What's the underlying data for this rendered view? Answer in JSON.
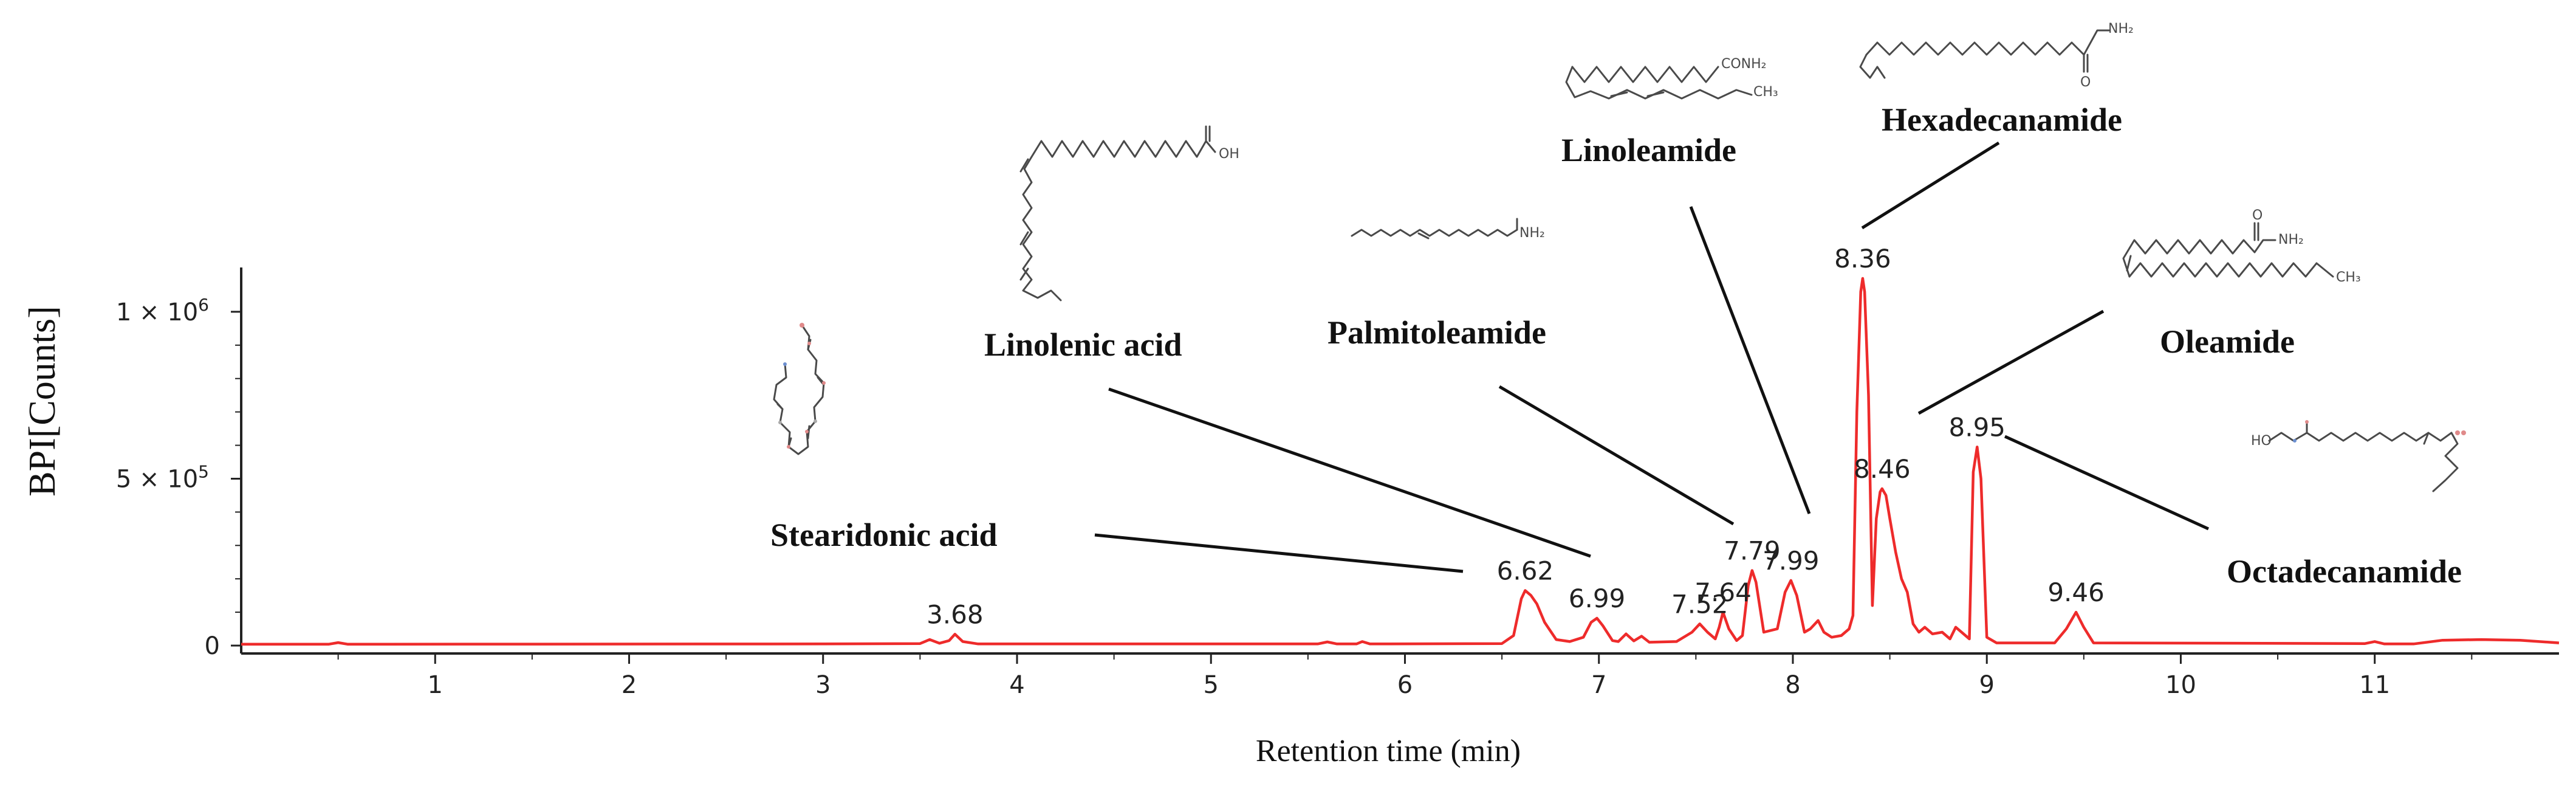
{
  "chart_data": {
    "type": "line",
    "title": "",
    "xlabel": "Retention time (min)",
    "ylabel": "BPI[Counts]",
    "xlim": [
      0,
      11.95
    ],
    "ylim": [
      0,
      1100000
    ],
    "x_ticks": [
      {
        "value": 1,
        "label": "1"
      },
      {
        "value": 2,
        "label": "2"
      },
      {
        "value": 3,
        "label": "3"
      },
      {
        "value": 4,
        "label": "4"
      },
      {
        "value": 5,
        "label": "5"
      },
      {
        "value": 6,
        "label": "6"
      },
      {
        "value": 7,
        "label": "7"
      },
      {
        "value": 8,
        "label": "8"
      },
      {
        "value": 9,
        "label": "9"
      },
      {
        "value": 10,
        "label": "10"
      },
      {
        "value": 11,
        "label": "11"
      }
    ],
    "y_ticks": [
      {
        "value": 0,
        "label": "0",
        "exp": ""
      },
      {
        "value": 500000,
        "label": "5 × 10",
        "exp": "5"
      },
      {
        "value": 1000000,
        "label": "1 × 10",
        "exp": "6"
      }
    ],
    "grid": false,
    "series": [
      {
        "color": "#ee2b2b",
        "points": [
          [
            0.0,
            4000
          ],
          [
            0.45,
            4000
          ],
          [
            0.5,
            9000
          ],
          [
            0.55,
            4000
          ],
          [
            3.0,
            5000
          ],
          [
            3.5,
            6000
          ],
          [
            3.55,
            18000
          ],
          [
            3.6,
            7000
          ],
          [
            3.65,
            15000
          ],
          [
            3.68,
            34000
          ],
          [
            3.72,
            12000
          ],
          [
            3.8,
            5000
          ],
          [
            5.55,
            5000
          ],
          [
            5.6,
            11000
          ],
          [
            5.65,
            5000
          ],
          [
            5.75,
            5000
          ],
          [
            5.78,
            12000
          ],
          [
            5.82,
            5000
          ],
          [
            6.5,
            6000
          ],
          [
            6.56,
            30000
          ],
          [
            6.6,
            140000
          ],
          [
            6.62,
            165000
          ],
          [
            6.65,
            150000
          ],
          [
            6.68,
            125000
          ],
          [
            6.72,
            70000
          ],
          [
            6.78,
            18000
          ],
          [
            6.85,
            12000
          ],
          [
            6.92,
            25000
          ],
          [
            6.96,
            70000
          ],
          [
            6.99,
            82000
          ],
          [
            7.02,
            60000
          ],
          [
            7.07,
            15000
          ],
          [
            7.1,
            12000
          ],
          [
            7.14,
            35000
          ],
          [
            7.18,
            14000
          ],
          [
            7.22,
            28000
          ],
          [
            7.26,
            10000
          ],
          [
            7.4,
            12000
          ],
          [
            7.48,
            40000
          ],
          [
            7.52,
            65000
          ],
          [
            7.56,
            40000
          ],
          [
            7.6,
            20000
          ],
          [
            7.62,
            55000
          ],
          [
            7.64,
            100000
          ],
          [
            7.67,
            50000
          ],
          [
            7.71,
            15000
          ],
          [
            7.74,
            30000
          ],
          [
            7.77,
            180000
          ],
          [
            7.79,
            225000
          ],
          [
            7.81,
            190000
          ],
          [
            7.85,
            40000
          ],
          [
            7.92,
            50000
          ],
          [
            7.96,
            160000
          ],
          [
            7.99,
            195000
          ],
          [
            8.02,
            150000
          ],
          [
            8.06,
            40000
          ],
          [
            8.09,
            50000
          ],
          [
            8.13,
            75000
          ],
          [
            8.16,
            40000
          ],
          [
            8.2,
            25000
          ],
          [
            8.25,
            30000
          ],
          [
            8.29,
            50000
          ],
          [
            8.31,
            90000
          ],
          [
            8.33,
            700000
          ],
          [
            8.35,
            1060000
          ],
          [
            8.36,
            1100000
          ],
          [
            8.37,
            1060000
          ],
          [
            8.39,
            750000
          ],
          [
            8.41,
            120000
          ],
          [
            8.43,
            380000
          ],
          [
            8.45,
            460000
          ],
          [
            8.46,
            470000
          ],
          [
            8.48,
            450000
          ],
          [
            8.5,
            380000
          ],
          [
            8.53,
            280000
          ],
          [
            8.56,
            200000
          ],
          [
            8.59,
            160000
          ],
          [
            8.62,
            65000
          ],
          [
            8.65,
            40000
          ],
          [
            8.68,
            55000
          ],
          [
            8.72,
            35000
          ],
          [
            8.77,
            40000
          ],
          [
            8.81,
            20000
          ],
          [
            8.84,
            55000
          ],
          [
            8.87,
            40000
          ],
          [
            8.91,
            20000
          ],
          [
            8.93,
            520000
          ],
          [
            8.95,
            595000
          ],
          [
            8.97,
            500000
          ],
          [
            9.0,
            25000
          ],
          [
            9.05,
            8000
          ],
          [
            9.35,
            8000
          ],
          [
            9.41,
            50000
          ],
          [
            9.46,
            100000
          ],
          [
            9.5,
            55000
          ],
          [
            9.55,
            8000
          ],
          [
            10.95,
            6000
          ],
          [
            11.0,
            12000
          ],
          [
            11.05,
            5000
          ],
          [
            11.2,
            5000
          ],
          [
            11.35,
            16000
          ],
          [
            11.55,
            18000
          ],
          [
            11.75,
            16000
          ],
          [
            11.95,
            8000
          ]
        ]
      }
    ],
    "peak_labels": [
      {
        "x": 3.68,
        "y": 34000,
        "text": "3.68"
      },
      {
        "x": 6.62,
        "y": 165000,
        "text": "6.62"
      },
      {
        "x": 6.99,
        "y": 82000,
        "text": "6.99"
      },
      {
        "x": 7.52,
        "y": 65000,
        "text": "7.52"
      },
      {
        "x": 7.64,
        "y": 100000,
        "text": "7.64"
      },
      {
        "x": 7.79,
        "y": 225000,
        "text": "7.79"
      },
      {
        "x": 7.99,
        "y": 195000,
        "text": "7.99"
      },
      {
        "x": 8.36,
        "y": 1100000,
        "text": "8.36"
      },
      {
        "x": 8.46,
        "y": 470000,
        "text": "8.46"
      },
      {
        "x": 8.95,
        "y": 595000,
        "text": "8.95"
      },
      {
        "x": 9.46,
        "y": 100000,
        "text": "9.46"
      }
    ],
    "annotations": [
      {
        "label": "Stearidonic acid",
        "target_rt": 6.62
      },
      {
        "label": "Linolenic acid",
        "target_rt": 6.99
      },
      {
        "label": "Palmitoleamide",
        "target_rt": 7.79
      },
      {
        "label": "Linoleamide",
        "target_rt": 7.99
      },
      {
        "label": "Hexadecanamide",
        "target_rt": 8.36
      },
      {
        "label": "Oleamide",
        "target_rt": 8.46
      },
      {
        "label": "Octadecanamide",
        "target_rt": 8.95
      }
    ],
    "structure_labels": {
      "linolenic_acid": "OH",
      "palmitoleamide": "NH₂",
      "linoleamide_amide": "CONH₂",
      "linoleamide_methyl": "CH₃",
      "hexadecanamide_amide": "NH₂",
      "hexadecanamide_oxygen": "O",
      "oleamide_amide": "NH₂",
      "oleamide_oxygen": "O",
      "oleamide_methyl": "CH₃",
      "octadecanamide_hydroxyl": "HO"
    }
  }
}
